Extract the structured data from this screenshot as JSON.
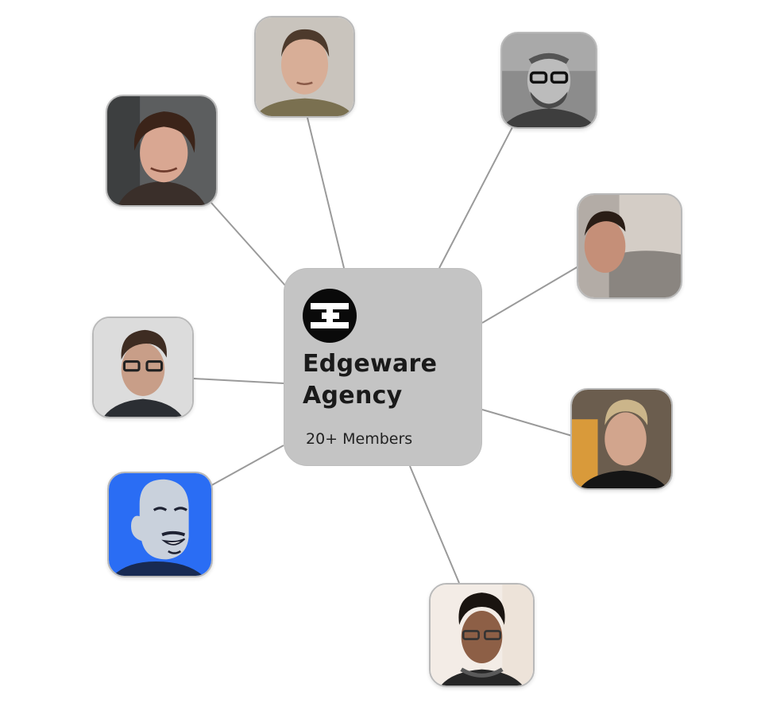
{
  "hub": {
    "name_line1": "Edgeware",
    "name_line2": "Agency",
    "members_label": "20+ Members",
    "logo_icon": "edgeware-logo-icon",
    "background_color": "#c4c4c4"
  },
  "members": [
    {
      "icon": "member-avatar-photo",
      "tone": "photo"
    },
    {
      "icon": "member-avatar-photo",
      "tone": "photo"
    },
    {
      "icon": "member-avatar-photo",
      "tone": "grayscale"
    },
    {
      "icon": "member-avatar-photo",
      "tone": "photo"
    },
    {
      "icon": "member-avatar-photo",
      "tone": "photo"
    },
    {
      "icon": "member-avatar-photo",
      "tone": "photo"
    },
    {
      "icon": "member-avatar-illustration",
      "tone": "illustration",
      "background": "#2a6df4"
    },
    {
      "icon": "member-avatar-photo",
      "tone": "photo"
    }
  ],
  "colors": {
    "connector": "#9a9a9a",
    "page_background": "#ffffff"
  }
}
